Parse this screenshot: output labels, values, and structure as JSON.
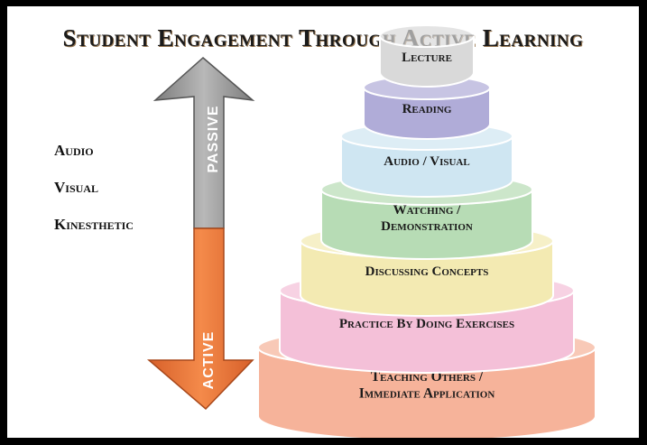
{
  "title": "Student Engagement Through Active Learning",
  "learning_styles": [
    "Audio",
    "Visual",
    "Kinesthetic"
  ],
  "arrow": {
    "top_label": "PASSIVE",
    "bottom_label": "ACTIVE",
    "top_color": "#9a9a9a",
    "bottom_color": "#ef7d3c"
  },
  "layers": [
    {
      "lines": [
        "Lecture"
      ],
      "color": "#d9d9d9"
    },
    {
      "lines": [
        "Reading"
      ],
      "color": "#b0acd8"
    },
    {
      "lines": [
        "Audio / Visual"
      ],
      "color": "#cfe6f2"
    },
    {
      "lines": [
        "Watching /",
        "Demonstration"
      ],
      "color": "#b7dcb5"
    },
    {
      "lines": [
        "Discussing Concepts"
      ],
      "color": "#f3eab2"
    },
    {
      "lines": [
        "Practice By Doing Exercises"
      ],
      "color": "#f4c0d8"
    },
    {
      "lines": [
        "Teaching Others /",
        "Immediate Application"
      ],
      "color": "#f6b39a"
    }
  ]
}
